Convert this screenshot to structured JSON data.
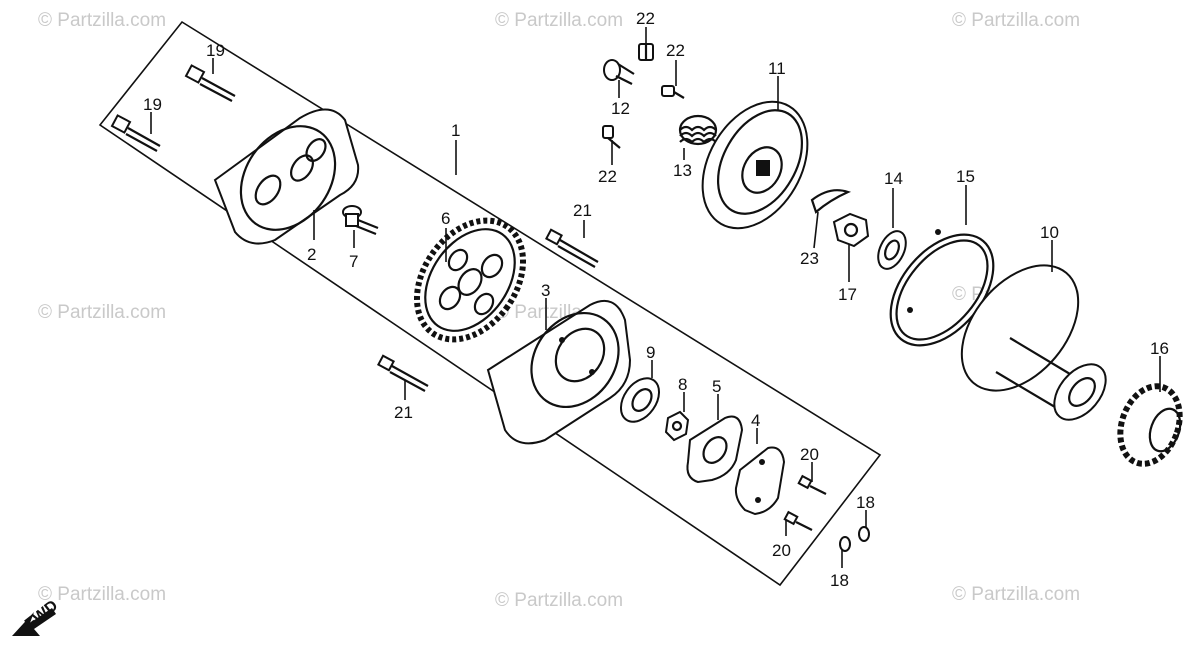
{
  "watermark": "© Partzilla.com",
  "direction_marker": "FWD",
  "callouts": {
    "c1": "1",
    "c2": "2",
    "c3": "3",
    "c4": "4",
    "c5": "5",
    "c6": "6",
    "c7": "7",
    "c8": "8",
    "c9": "9",
    "c10": "10",
    "c11": "11",
    "c12": "12",
    "c13": "13",
    "c14": "14",
    "c15": "15",
    "c16": "16",
    "c17": "17",
    "c18a": "18",
    "c18b": "18",
    "c19a": "19",
    "c19b": "19",
    "c20a": "20",
    "c20b": "20",
    "c21a": "21",
    "c21b": "21",
    "c22a": "22",
    "c22b": "22",
    "c22c": "22",
    "c23": "23"
  }
}
